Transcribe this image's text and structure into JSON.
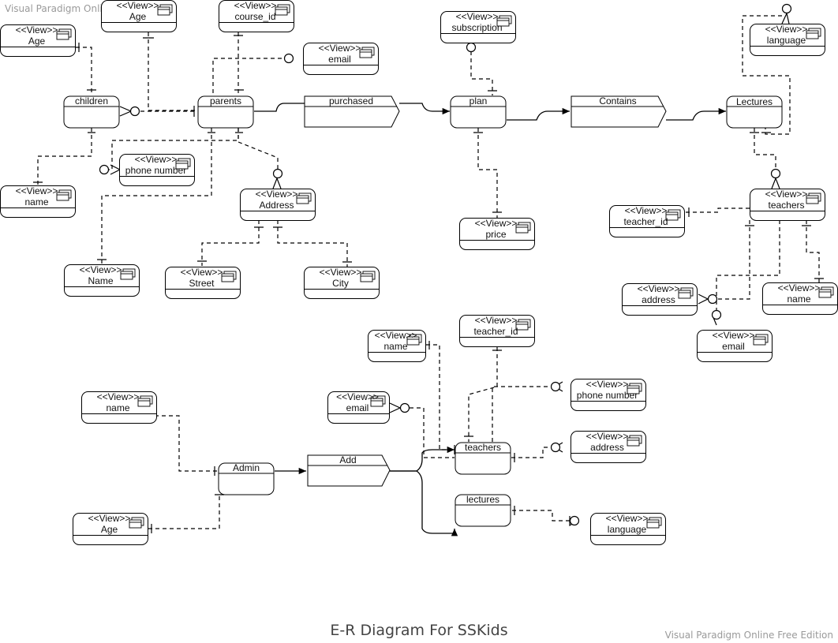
{
  "watermark": "Visual Paradigm Online Free Edition",
  "title": "E-R Diagram For SSKids",
  "stereotype": "<<View>>",
  "colors": {
    "stroke": "#000000",
    "fill": "#ffffff",
    "watermark": "#9a9a9a"
  },
  "entities": {
    "children": "children",
    "parents": "parents",
    "plan": "plan",
    "lectures_top": "Lectures",
    "admin": "Admin",
    "teachers_bottom": "teachers",
    "lectures_bottom": "lectures"
  },
  "relationships": {
    "purchased": "purchased",
    "contains": "Contains",
    "add": "Add"
  },
  "views": {
    "age_left": "Age",
    "age_top": "Age",
    "course_id": "course_id",
    "email_parents": "email",
    "subscription": "subscription",
    "language_top": "language",
    "phone_parents": "phone number",
    "name_children": "name",
    "address_parents": "Address",
    "teachers_view": "teachers",
    "teacher_id_top": "teacher_id",
    "price": "price",
    "name_parents": "Name",
    "street": "Street",
    "city": "City",
    "address_teachers": "address",
    "name_teachers": "name",
    "email_teachers": "email",
    "teacher_id_bottom": "teacher_id",
    "name_bottom_teachers": "name",
    "phone_bottom": "phone number",
    "email_bottom": "email",
    "name_admin": "name",
    "address_bottom": "address",
    "age_admin": "Age",
    "language_bottom": "language"
  }
}
